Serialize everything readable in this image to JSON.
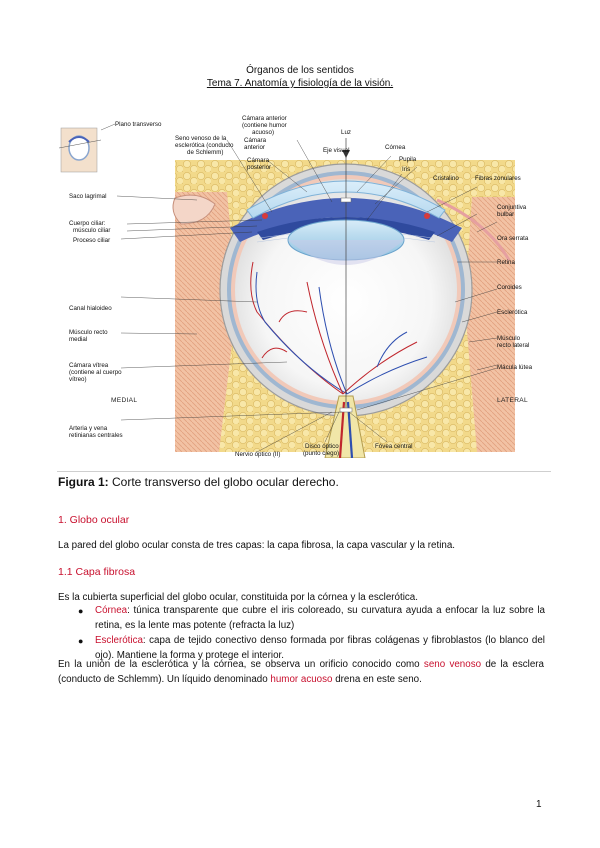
{
  "header": {
    "title": "Órganos de los sentidos",
    "subtitle": "Tema 7. Anatomía y fisiología de la visión."
  },
  "figure": {
    "labels": {
      "plano_transverso": "Plano transverso",
      "camara_anterior_1": "Cámara anterior",
      "camara_anterior_2": "(contiene humor",
      "camara_anterior_3": "acuoso)",
      "luz": "Luz",
      "seno_venoso_1": "Seno venoso de la",
      "seno_venoso_2": "esclerótica (conducto",
      "seno_venoso_3": "de Schlemm)",
      "camara_ant_b1": "Cámara",
      "camara_ant_b2": "anterior",
      "eje_visual": "Eje visual",
      "cornea": "Córnea",
      "camara_post_1": "Cámara",
      "camara_post_2": "posterior",
      "pupila": "Pupila",
      "iris": "Iris",
      "cristalino": "Cristalino",
      "fibras_zonulares": "Fibras zonulares",
      "saco_lagrimal": "Saco lagrimal",
      "conjuntiva_1": "Conjuntiva",
      "conjuntiva_2": "bulbar",
      "cuerpo_ciliar": "Cuerpo ciliar:",
      "musculo_ciliar": "músculo ciliar",
      "proceso_ciliar": "Proceso ciliar",
      "ora_serrata": "Ora serrata",
      "retina": "Retina",
      "coroides": "Coroides",
      "canal_hialoideo": "Canal hialoideo",
      "esclerotica": "Esclerótica",
      "musculo_medial_1": "Músculo recto",
      "musculo_medial_2": "medial",
      "musculo_lateral_1": "Músculo",
      "musculo_lateral_2": "recto lateral",
      "camara_vitrea_1": "Cámara vítrea",
      "camara_vitrea_2": "(contiene al cuerpo",
      "camara_vitrea_3": "vítreo)",
      "macula": "Mácula lútea",
      "medial": "MEDIAL",
      "lateral": "LATERAL",
      "arteria_1": "Arteria y vena",
      "arteria_2": "retinianas centrales",
      "nervio_optico": "Nervio óptico (II)",
      "disco_optico_1": "Disco óptico",
      "disco_optico_2": "(punto ciego)",
      "fovea": "Fóvea central"
    }
  },
  "caption": {
    "prefix": "Figura 1:",
    "text": " Corte transverso del globo ocular derecho."
  },
  "section1": {
    "heading": "1. Globo ocular"
  },
  "para1": "La pared del globo ocular consta de tres capas: la capa fibrosa, la capa vascular y la retina.",
  "section11": {
    "heading": "1.1 Capa fibrosa"
  },
  "para2": "Es la cubierta superficial del globo ocular, constituida por la córnea y la esclerótica.",
  "bullets": [
    {
      "term": "Córnea",
      "text": ": túnica transparente que cubre el iris coloreado, su curvatura ayuda a enfocar la luz sobre la retina, es la lente mas potente (refracta la luz)"
    },
    {
      "term": "Esclerótica",
      "text": ": capa de tejido conectivo denso formada por fibras colágenas y fibroblastos (lo blanco del ojo). Mantiene la forma y protege el interior."
    }
  ],
  "para3": {
    "part1": "En la unión de la esclerótica y la córnea, se observa un orificio conocido como ",
    "red1": "seno venoso",
    "part2": " de la esclera (conducto de Schlemm). Un líquido denominado ",
    "red2": "humor acuoso",
    "part3": " drena en este seno."
  },
  "page_number": "1",
  "colors": {
    "accent_red": "#c8102e"
  }
}
